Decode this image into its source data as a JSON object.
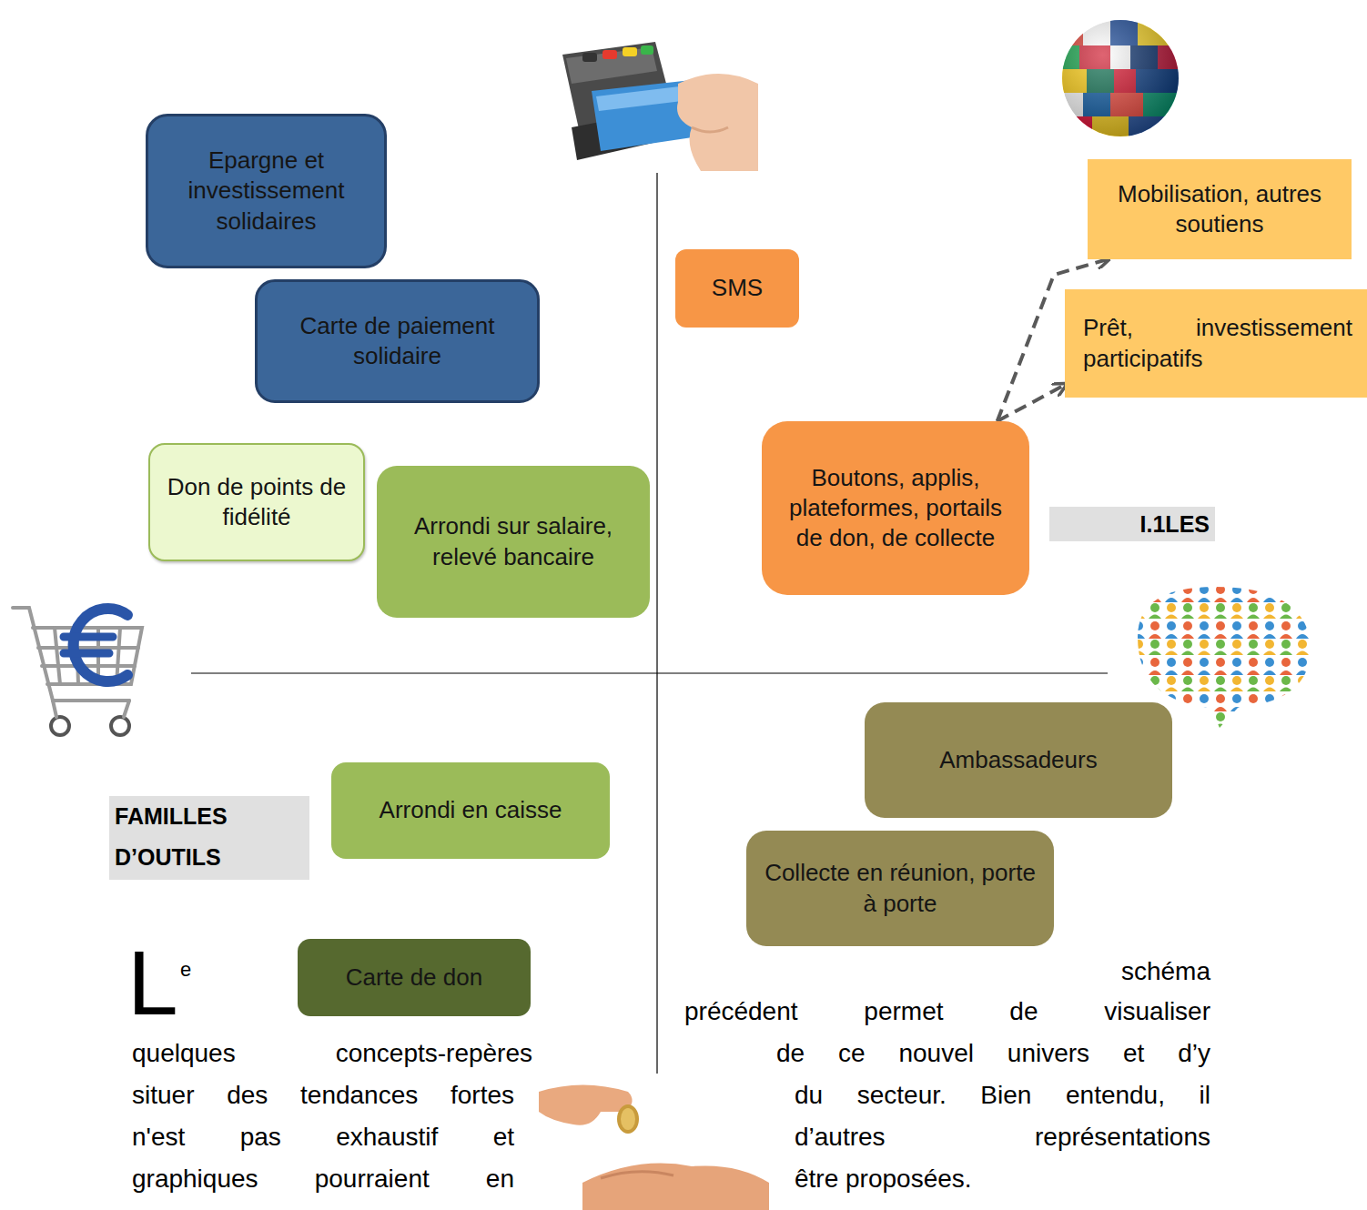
{
  "diagram": {
    "nodes": [
      {
        "text": [
          "Epargne et investissement solidaires"
        ]
      },
      {
        "text": [
          "SMS"
        ]
      },
      {
        "text": [
          "Mobilisation, autres soutiens"
        ]
      },
      {
        "text": [
          "Carte de paiement solidaire"
        ]
      },
      {
        "text": [
          "Prêt, investissement participatifs"
        ]
      },
      {
        "text": [
          "Don de points de fidélité"
        ]
      },
      {
        "text": [
          "Arrondi sur salaire, relevé bancaire"
        ]
      },
      {
        "text": [
          "Boutons, applis, plateformes, portails de don, de collecte"
        ]
      },
      {
        "text": [
          "Ambassadeurs"
        ]
      },
      {
        "text": [
          "Arrondi en caisse"
        ]
      },
      {
        "text": [
          "Collecte en réunion, porte à porte"
        ]
      },
      {
        "text": [
          "Carte de don"
        ]
      }
    ],
    "edges": [
      {
        "from": 7,
        "to": 2,
        "arrow": "to"
      },
      {
        "from": 7,
        "to": 4,
        "arrow": "to"
      }
    ],
    "labels": [
      "I.1LES",
      "FAMILLES D’OUTILS",
      "L",
      "e",
      "schéma",
      "précédent permet de visualiser",
      "quelques concepts-repères",
      "de ce nouvel univers et d’y",
      "situer des tendances fortes",
      "du secteur. Bien entendu, il",
      "n'est pas exhaustif et",
      "d’autres représentations",
      "graphiques pourraient en",
      "être proposées."
    ]
  }
}
